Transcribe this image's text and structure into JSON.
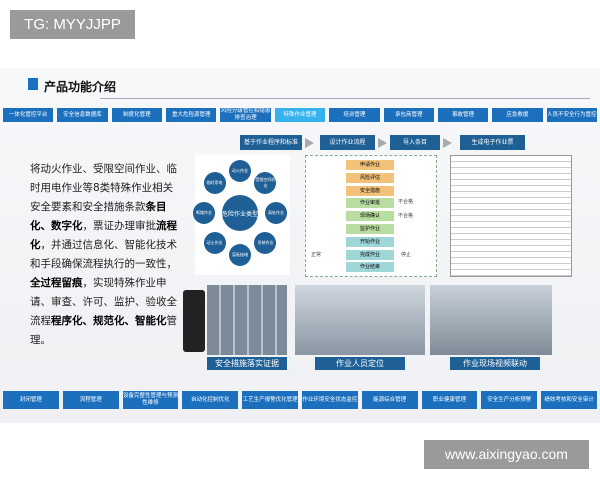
{
  "badge": "TG: MYYJJPP",
  "title": "产品功能介绍",
  "top_nav": [
    "一体化管控平台",
    "安全信息数据库",
    "制度化管理",
    "重大危险源管理",
    "风险分级管控和隐患排查治理",
    "特殊作业管理",
    "培训管理",
    "承包商管理",
    "事故管理",
    "应急救援",
    "人员不安全行为管控"
  ],
  "active_nav": "特殊作业管理",
  "paragraph": [
    {
      "t": "将动火作业、受限空间作业、临时用电作业等8类特殊作业相关安全要素和安全措施条款",
      "b": false
    },
    {
      "t": "条目化、数字化",
      "b": true
    },
    {
      "t": "，票证办理审批",
      "b": false
    },
    {
      "t": "流程化",
      "b": true
    },
    {
      "t": "，并通过信息化、智能化技术和手段确保流程执行的一致性，",
      "b": false
    },
    {
      "t": "全过程留痕",
      "b": true
    },
    {
      "t": "，实现特殊作业申请、审查、许可、监护、验收全流程",
      "b": false
    },
    {
      "t": "程序化、规范化、智能化",
      "b": true
    },
    {
      "t": "管理。",
      "b": false
    }
  ],
  "flow_steps": [
    "基于作业程序和标准",
    "设计作业流程",
    "导入条目",
    "生成电子作业票"
  ],
  "circle": {
    "center": "危险作业类型",
    "nodes": [
      "动火作业",
      "受限空间作业",
      "高处作业",
      "吊装作业",
      "盲板抽堵",
      "动土作业",
      "断路作业",
      "临时用电"
    ]
  },
  "flowchart": [
    "申请作业",
    "风险评估",
    "安全措施",
    "作业审批",
    "现场确认",
    "监护作业",
    "开始作业",
    "完成作业",
    "作业结束"
  ],
  "flowchart_labels": [
    "不合格",
    "不合格",
    "正常",
    "停止"
  ],
  "captions": [
    "安全措施落实证据",
    "作业人员定位",
    "作业现场视频联动"
  ],
  "bottom_nav": [
    "封闭管理",
    "流程管理",
    "设备完整性管理与预测性维修",
    "自动化控制优化",
    "工艺生产报警优化管理",
    "作业环境安全状态监控",
    "能源综合管理",
    "职业健康管理",
    "安全生产分析预警",
    "绩效考核和安全审计"
  ],
  "watermark": "www.aixingyao.com",
  "colors": {
    "nav": "#1b6fbd",
    "active": "#36b2ee",
    "dark": "#1e5f96"
  }
}
